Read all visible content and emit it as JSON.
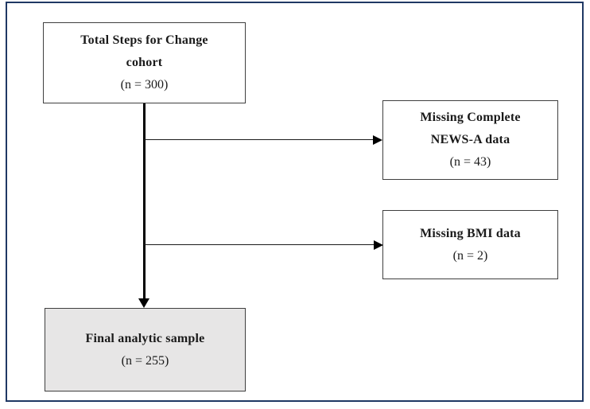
{
  "colors": {
    "frame_border": "#1f3864",
    "box_border": "#3f3f3f",
    "box_fill_white": "#ffffff",
    "box_fill_gray": "#e7e6e6",
    "arrow": "#000000",
    "text": "#1a1a1a"
  },
  "boxes": {
    "cohort": {
      "lines": [
        "Total Steps for Change",
        "cohort"
      ],
      "n": "(n = 300)"
    },
    "missing_news": {
      "lines": [
        "Missing Complete",
        "NEWS-A data"
      ],
      "n": "(n = 43)"
    },
    "missing_bmi": {
      "lines": [
        "Missing BMI data"
      ],
      "n": "(n = 2)"
    },
    "final": {
      "lines": [
        "Final analytic sample"
      ],
      "n": "(n = 255)"
    }
  }
}
